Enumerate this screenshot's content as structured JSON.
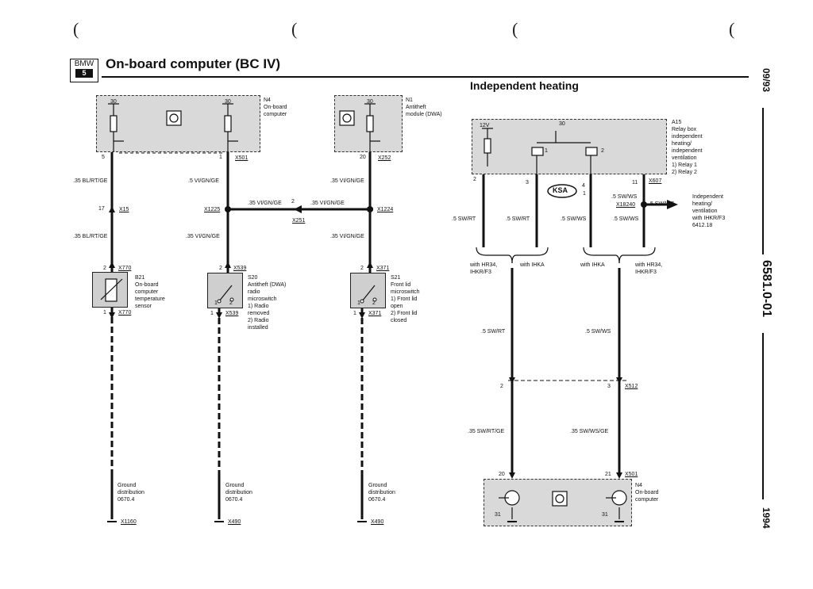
{
  "brackets": [
    "(",
    "(",
    "(",
    "("
  ],
  "header": {
    "logo_top": "BMW",
    "logo_bottom": "5",
    "title": "On-board computer (BC IV)",
    "section_title": "Independent heating"
  },
  "margin": {
    "date": "09/93",
    "doc_number": "6581.0-01",
    "year": "1994"
  },
  "components": {
    "n4_top": "N4\nOn-board\ncomputer",
    "n1": "N1\nAntitheft\nmodule (DWA)",
    "a15": "A15\nRelay box\nindependent\nheating/\nindependent\nventilation\n1)  Relay 1\n2)  Relay 2",
    "b21": "B21\nOn-board\ncomputer\ntemperature\nsensor",
    "s20": "S20\nAntitheft (DWA)\nradio\nmicroswitch\n1)  Radio\n     removed\n2)  Radio\n     installed",
    "s21": "S21\nFront lid\nmicroswitch\n1)  Front lid\n     open\n2)  Front lid\n     closed",
    "n4_bottom": "N4\nOn-board\ncomputer",
    "ksa": "KSA",
    "ihkr_out": "Independent\nheating/\nventilation\nwith IHKR/F3\n6412.18"
  },
  "ground": {
    "label": "Ground\ndistribution\n0670.4",
    "g1": "X1160",
    "g2": "X490",
    "g3": "X490"
  },
  "connectors": {
    "x501_top": "X501",
    "x252": "X252",
    "x15": "X15",
    "x1225": "X1225",
    "x1224": "X1224",
    "x251": "X251",
    "x770_a": "X770",
    "x770_b": "X770",
    "x539_a": "X539",
    "x539_b": "X539",
    "x371_a": "X371",
    "x371_b": "X371",
    "x607": "X607",
    "x18240": "X18240",
    "x512": "X512",
    "x501_bottom": "X501"
  },
  "pins": {
    "p30a": "30",
    "p30b": "30",
    "p30c": "30",
    "p30d": "30",
    "p5": "5",
    "p1": "1",
    "p20": "20",
    "p17": "17",
    "p2_mid": "2",
    "p2_b21": "2",
    "p1_b21": "1",
    "p2_s20": "2",
    "p1_s20": "1",
    "s20_sw1": "1",
    "s20_sw2": "2",
    "p2_s21": "2",
    "p1_s21": "1",
    "s21_sw1": "1",
    "s21_sw2": "2",
    "a15_2": "2",
    "a15_3": "3",
    "a15_4": "4",
    "a15_1": "1",
    "a15_11": "11",
    "r1": "1",
    "r2": "2",
    "v12": "12V",
    "x512_2": "2",
    "x512_3": "3",
    "n4_20": "20",
    "n4_21": "21",
    "n4_31a": "31",
    "n4_31b": "31"
  },
  "wires": {
    "w1": ".35 BL/RT/GE",
    "w2": ".35 BL/RT/GE",
    "w3": ".5 VI/GN/GE",
    "w4": ".35 VI/GN/GE",
    "w5": ".35 VI/GN/GE",
    "w6": ".35 VI/GN/GE",
    "w7": ".35 VI/GN/GE",
    "w8": ".35 VI/GN/GE",
    "w9": ".5 SW/RT",
    "w10": ".5 SW/RT",
    "w11": ".5 SW/WS",
    "w12": ".5 SW/WS",
    "w13": ".5 SW/WS",
    "w14": ".5 SW/WS",
    "w15": ".5 SW/RT",
    "w16": ".5 SW/WS",
    "w17": ".35 SW/RT/GE",
    "w18": ".35 SW/WS/GE"
  },
  "options": {
    "opt1": "with HR34,\nIHKR/F3",
    "opt2": "with IHKA",
    "opt3": "with IHKA",
    "opt4": "with HR34,\nIHKR/F3"
  }
}
